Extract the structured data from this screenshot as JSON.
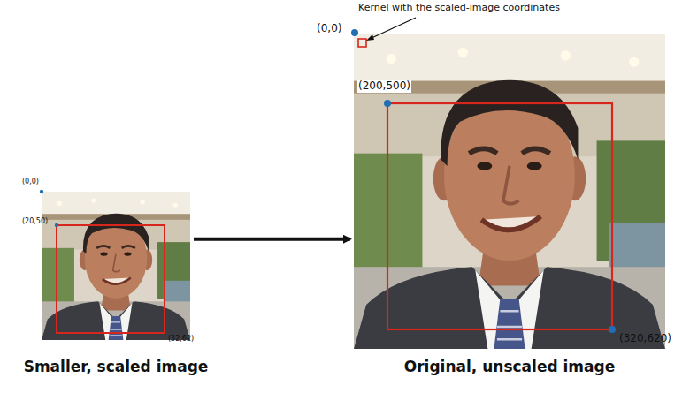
{
  "diagram": {
    "nodes": [
      {
        "text": [
          "Smaller, scaled image"
        ]
      },
      {
        "text": [
          "Original, unscaled image"
        ]
      }
    ],
    "edges": [
      {
        "from": 0,
        "to": 1,
        "arrow": "to"
      }
    ],
    "labels": [
      "(0,0)",
      "(20,50)",
      "(32,62)",
      "Kernel with the scaled-image coordinates",
      "(0,0)",
      "(200,500)",
      "(320,620)"
    ]
  }
}
